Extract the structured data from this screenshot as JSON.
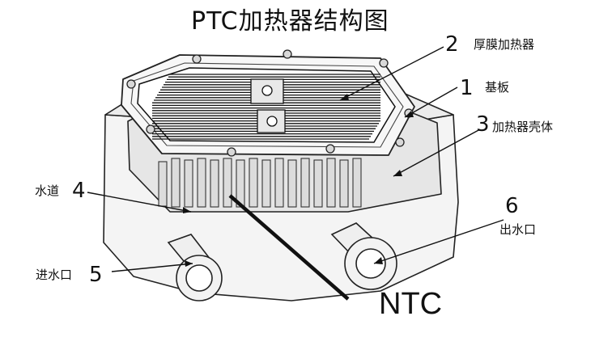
{
  "title": "PTC加热器结构图",
  "labels": {
    "thick_film_heater": {
      "number": "2",
      "text": "厚膜加热器"
    },
    "substrate": {
      "number": "1",
      "text": "基板"
    },
    "heater_housing": {
      "number": "3",
      "text": "加热器壳体"
    },
    "water_channel": {
      "number": "4",
      "text": "水道"
    },
    "inlet": {
      "number": "5",
      "text": "进水口"
    },
    "outlet": {
      "number": "6",
      "text": "出水口"
    },
    "ntc": {
      "text": "NTC"
    }
  }
}
